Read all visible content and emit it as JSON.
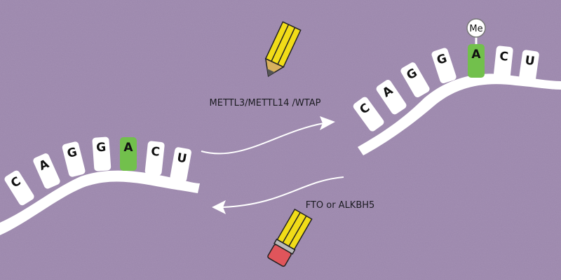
{
  "colors": {
    "background": "#9a85ab",
    "strand": "#ffffff",
    "modified_base": "#72c04c",
    "pencil_body": "#f1dc18",
    "pencil_tip": "#555555",
    "eraser": "#e0555b",
    "label_text": "#1c1c22"
  },
  "left_strand": {
    "bases": [
      "C",
      "A",
      "G",
      "G",
      "A",
      "C",
      "U"
    ],
    "highlighted_base": "A",
    "highlighted_index": 4
  },
  "right_strand": {
    "bases": [
      "C",
      "A",
      "G",
      "G",
      "A",
      "C",
      "U"
    ],
    "highlighted_base": "A",
    "highlighted_index": 4,
    "methyl_label": "Me"
  },
  "forward_reaction": {
    "label": "METTL3/METTL14 /WTAP",
    "tool_icon": "pencil-icon"
  },
  "reverse_reaction": {
    "label": "FTO or ALKBH5",
    "tool_icon": "eraser-icon"
  }
}
